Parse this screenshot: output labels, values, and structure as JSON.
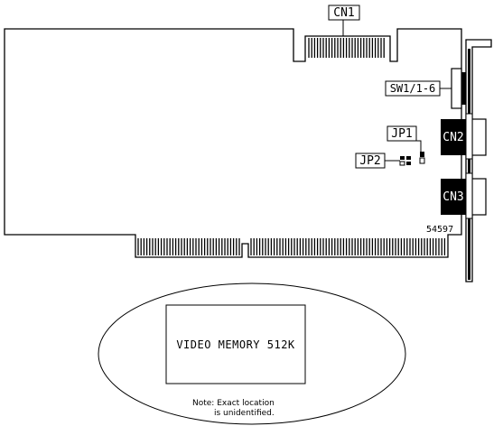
{
  "labels": {
    "cn1": "CN1",
    "sw": "SW1/1-6",
    "cn2": "CN2",
    "jp1": "JP1",
    "jp2": "JP2",
    "cn3": "CN3",
    "part_number": "54597"
  },
  "inset": {
    "memory": "VIDEO MEMORY 512K",
    "note_line1": "Note: Exact location",
    "note_line2": "is unidentified."
  }
}
